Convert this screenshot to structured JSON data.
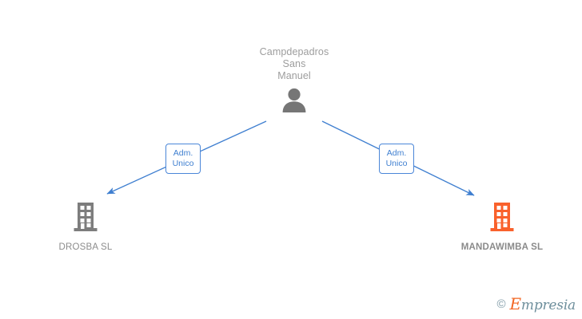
{
  "diagram": {
    "title": "Campdepadros Sans Manuel",
    "root": {
      "name": "Campdepadros\nSans\nManuel",
      "icon": "person-icon",
      "icon_color": "#767676"
    },
    "nodes": [
      {
        "id": "drosba",
        "label": "DROSBA SL",
        "icon": "building-icon",
        "icon_color": "#7d7d7d",
        "label_color": "#8c8c8c",
        "bold": false
      },
      {
        "id": "mandawimba",
        "label": "MANDAWIMBA SL",
        "icon": "building-icon",
        "icon_color": "#f9612c",
        "label_color": "#8a8a8a",
        "bold": true
      }
    ],
    "edges": [
      {
        "id": "edge-left",
        "from": "root",
        "to": "drosba",
        "label": "Adm.\nUnico",
        "color": "#4a86d8"
      },
      {
        "id": "edge-right",
        "from": "root",
        "to": "mandawimba",
        "label": "Adm.\nUnico",
        "color": "#4a86d8"
      }
    ]
  },
  "watermark": {
    "copyright": "©",
    "brand_initial": "E",
    "brand_rest": "mpresia",
    "initial_color": "#f26522",
    "rest_color": "#6e8f9c"
  }
}
